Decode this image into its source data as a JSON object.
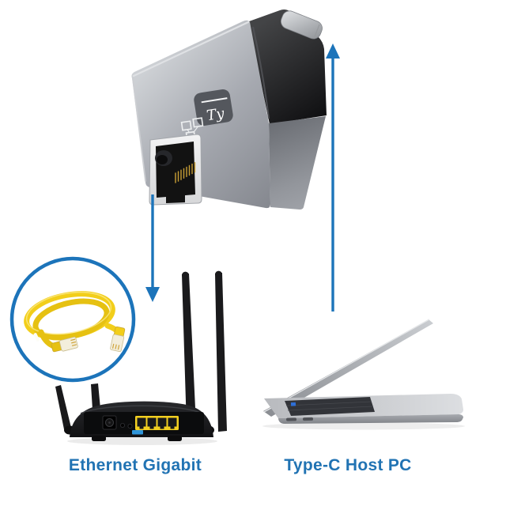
{
  "palette": {
    "background": "#ffffff",
    "accent": "#1c74ba",
    "label_color": "#2173b3",
    "cable_yellow": "#f2ce1a",
    "cable_yellow_dark": "#e6c112",
    "lan_port_yellow": "#f2cf20",
    "wan_tab_blue": "#2f95da",
    "adapter_silver": "#a6a9b0",
    "device_black": "#1a1a1c"
  },
  "adapter": {
    "logo_text": "Ty",
    "icons": [
      "techly-logo",
      "network-ports-icon"
    ],
    "ports": [
      "rj45-ethernet-port",
      "usb-c-plug"
    ]
  },
  "labels": {
    "ethernet": "Ethernet Gigabit",
    "host_pc": "Type-C Host PC"
  },
  "arrows": {
    "down": {
      "direction": "down",
      "from": "adapter",
      "to": "router"
    },
    "up": {
      "direction": "up",
      "from": "laptop",
      "to": "adapter"
    }
  },
  "callout": {
    "shape": "circle",
    "content": "yellow-ethernet-patch-cable"
  },
  "devices": {
    "router": "wireless-router-four-antennas",
    "laptop": "type-c-laptop"
  }
}
